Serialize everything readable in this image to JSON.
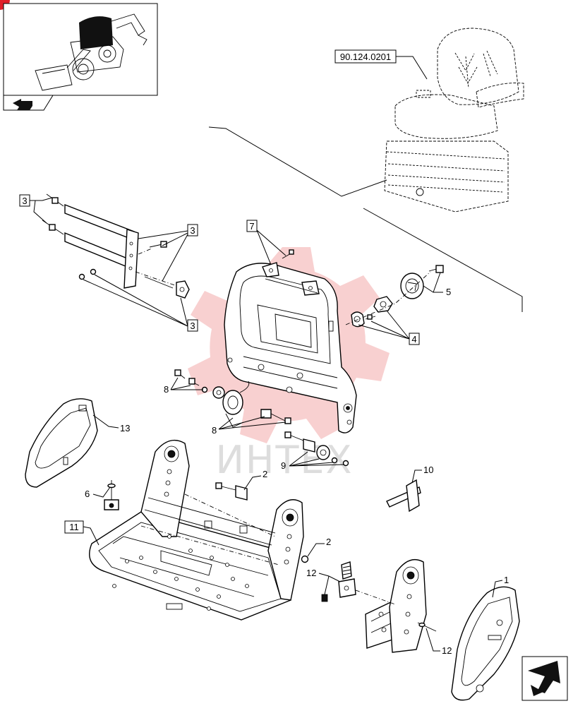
{
  "reference_label": "90.124.0201",
  "watermark": "ИНТЕХ",
  "callouts": {
    "c1": "1",
    "c2a": "2",
    "c2b": "2",
    "c3a": "3",
    "c3b": "3",
    "c3c": "3",
    "c4": "4",
    "c5": "5",
    "c6": "6",
    "c7": "7",
    "c8a": "8",
    "c8b": "8",
    "c9": "9",
    "c10": "10",
    "c11": "11",
    "c12a": "12",
    "c12b": "12",
    "c13": "13"
  },
  "colors": {
    "watermark_gear": "#f7c8c8",
    "corner_mark": "#e0202a",
    "thumbnail_fill": "#111111"
  },
  "icons": {
    "page_icon": "next-page-arrow-icon",
    "prev_icon": "prev-page-arrow-icon"
  }
}
